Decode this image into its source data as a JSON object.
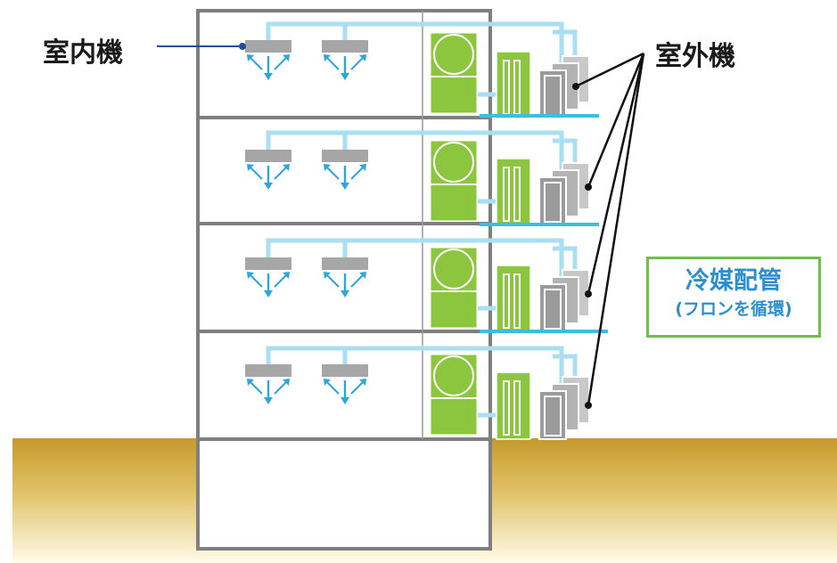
{
  "labels": {
    "indoor_unit": "室内機",
    "outdoor_unit": "室外機",
    "refrigerant_title": "冷媒配管",
    "refrigerant_sub": "(フロンを循環)"
  },
  "colors": {
    "pipe": "#a9def3",
    "arrow": "#2ea6dc",
    "balcony": "#3fbde0",
    "indoor_unit": "#a6a6a6",
    "outdoor_unit": "#9b9b9b",
    "green_unit": "#8cc63f",
    "ground_top": "#c69a2c",
    "ground_bottom": "#fffbe9",
    "wall": "#7f7f7f",
    "leader_indoor": "#1f4e9c",
    "leader_outdoor": "#111111",
    "box_border": "#6cc04a",
    "box_text": "#2b8fd0"
  },
  "icons": [
    "indoor-unit-icon",
    "outdoor-unit-icon",
    "airflow-arrow-icon",
    "tank-icon"
  ]
}
